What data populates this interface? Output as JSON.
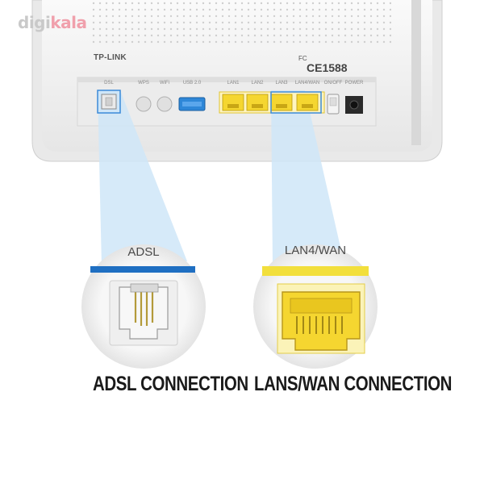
{
  "watermark": {
    "part1": "digi",
    "part2": "kala"
  },
  "router": {
    "brand": "TP-LINK",
    "certification": "CE1588",
    "fc_mark": "FC",
    "port_labels": [
      "DSL",
      "WPS",
      "WiFi",
      "USB 2.0",
      "LAN1",
      "LAN2",
      "LAN3",
      "LAN4/WAN",
      "ON/OFF",
      "POWER"
    ]
  },
  "callouts": {
    "adsl": {
      "title": "ADSL",
      "caption": "ADSL CONNECTION"
    },
    "lan": {
      "title": "LAN4/WAN",
      "caption": "LANS/WAN CONNECTION"
    }
  },
  "colors": {
    "beam": "#cfe6f8",
    "adsl_bar": "#1f6fc2",
    "lan_bar": "#f2df3c",
    "port_yellow": "#f5d630",
    "router_body": "#f2f2f2"
  }
}
